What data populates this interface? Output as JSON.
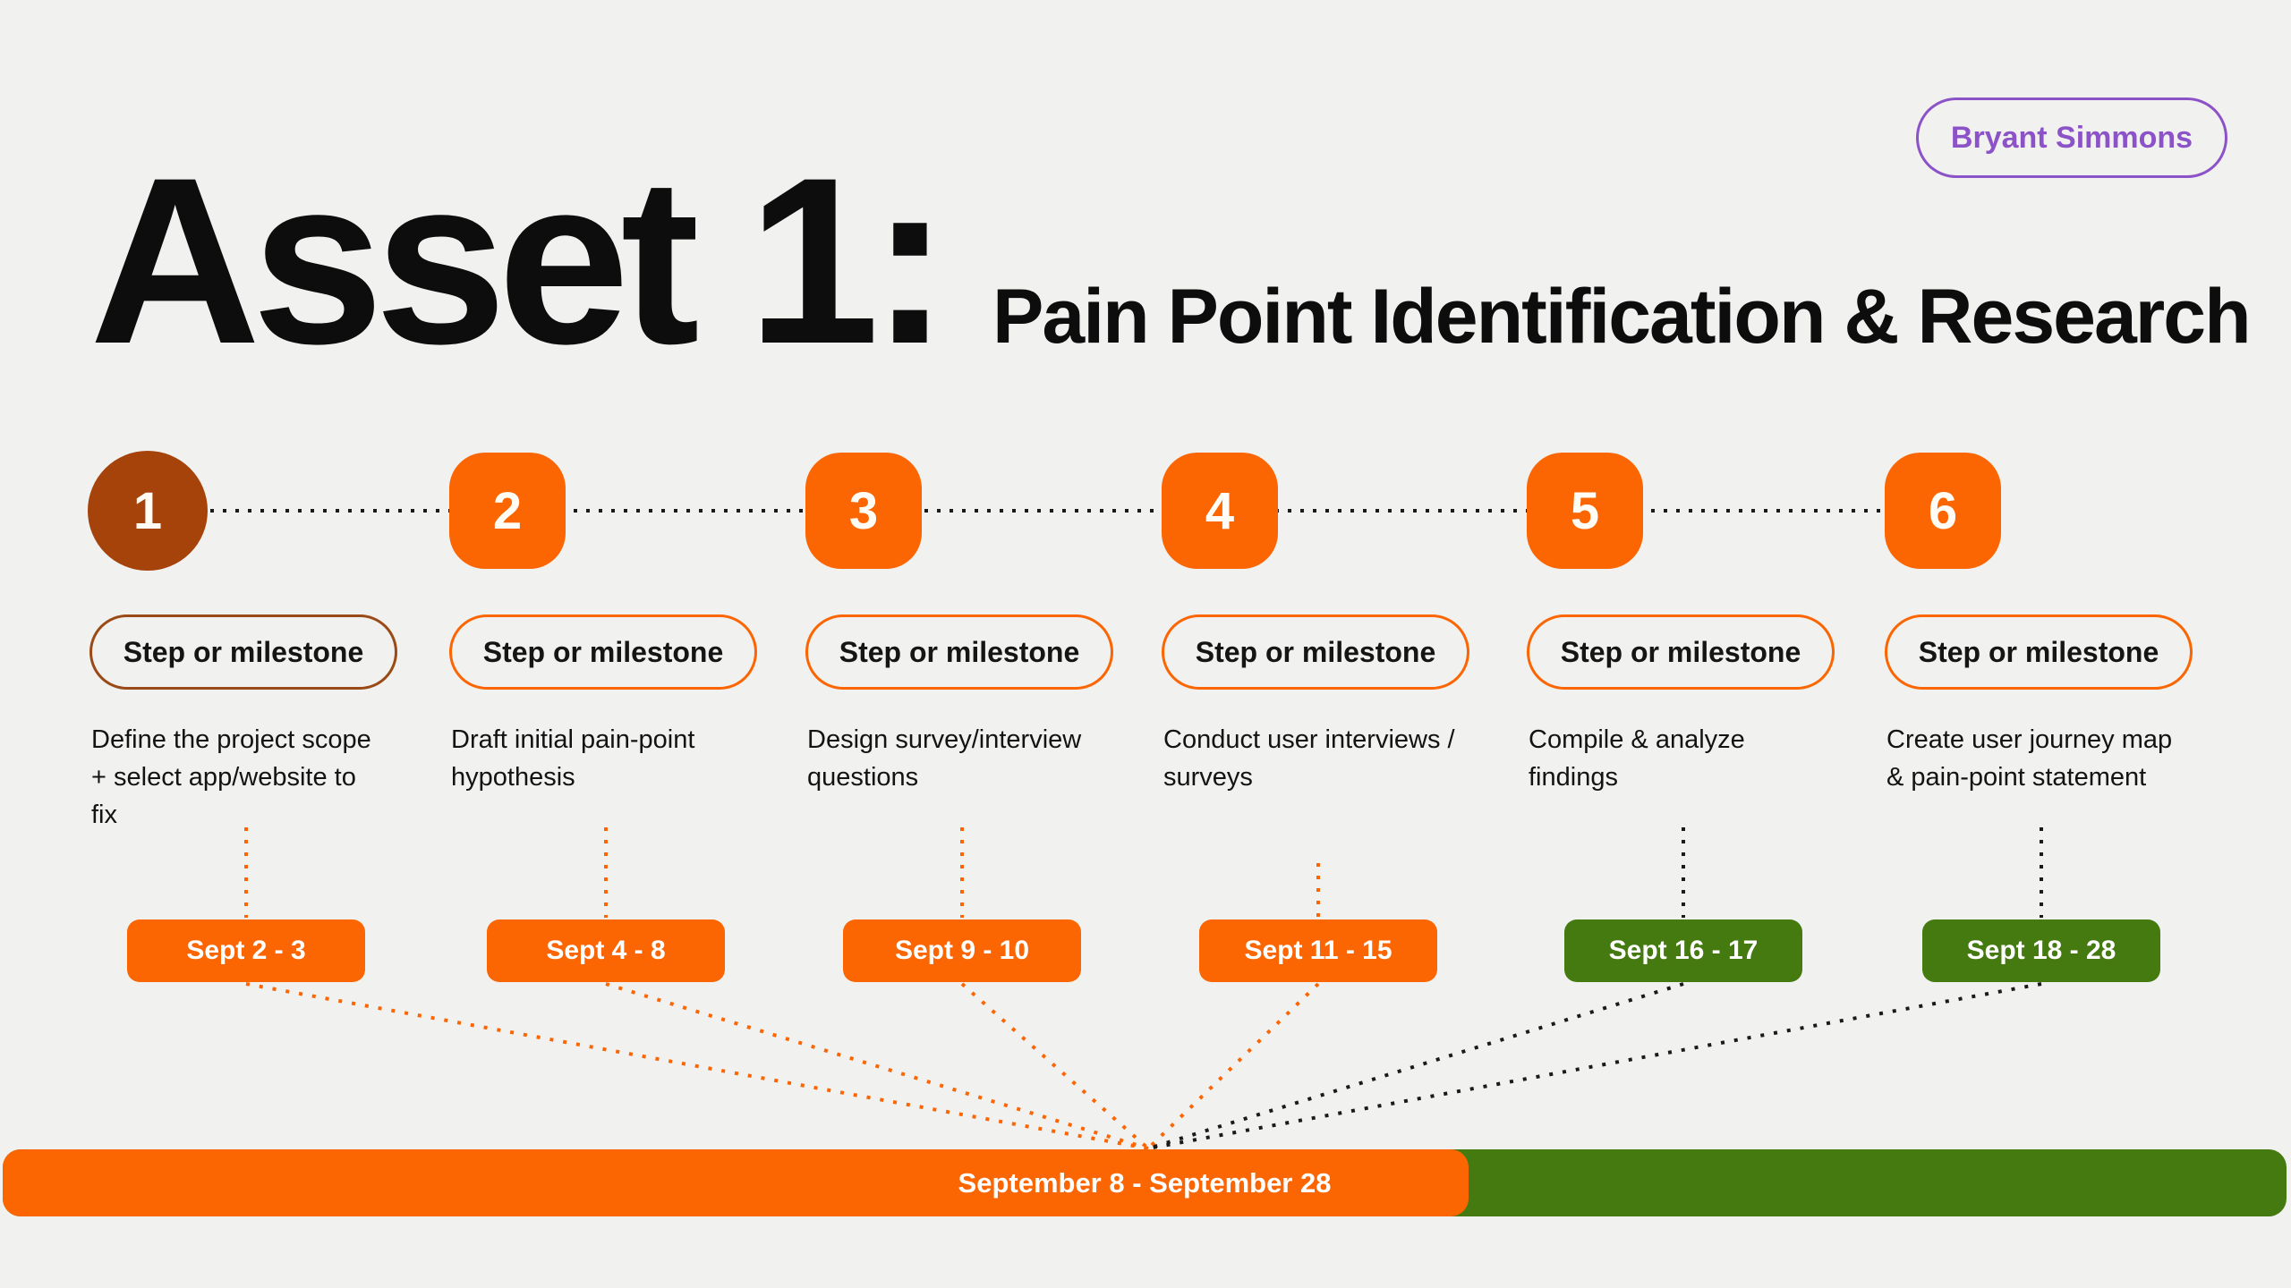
{
  "header": {
    "profile_badge_label": "Bryant Simmons",
    "title": "Asset 1:",
    "subtitle": "Pain Point Identification & Research"
  },
  "colors": {
    "background": "#F1F1EF",
    "orange": "#FB6502",
    "rust_circle": "#A5430B",
    "rust_pill_border": "#9A4A16",
    "green": "#447A10",
    "purple": "#8C52C7",
    "text": "#0D0D0D"
  },
  "steps": [
    {
      "number": "1",
      "pill_label": "Step or milestone",
      "description": "Define the project scope + select app/website to fix",
      "date": "Sept 2 - 3",
      "date_color": "#FB6502"
    },
    {
      "number": "2",
      "pill_label": "Step or milestone",
      "description": "Draft initial pain-point hypothesis",
      "date": "Sept 4 - 8",
      "date_color": "#FB6502"
    },
    {
      "number": "3",
      "pill_label": "Step or milestone",
      "description": "Design survey/interview questions",
      "date": "Sept 9 - 10",
      "date_color": "#FB6502"
    },
    {
      "number": "4",
      "pill_label": "Step or milestone",
      "description": "Conduct user interviews / surveys",
      "date": "Sept 11 - 15",
      "date_color": "#FB6502"
    },
    {
      "number": "5",
      "pill_label": "Step or milestone",
      "description": "Compile & analyze findings",
      "date": "Sept 16 - 17",
      "date_color": "#447A10"
    },
    {
      "number": "6",
      "pill_label": "Step or milestone",
      "description": "Create user journey map & pain-point statement",
      "date": "Sept 18 - 28",
      "date_color": "#447A10"
    }
  ],
  "timeline_bar": {
    "label": "September 8 - September 28",
    "orange_segment_color": "#FB6502",
    "green_segment_color": "#447A10",
    "orange_fraction_percent": 64
  }
}
